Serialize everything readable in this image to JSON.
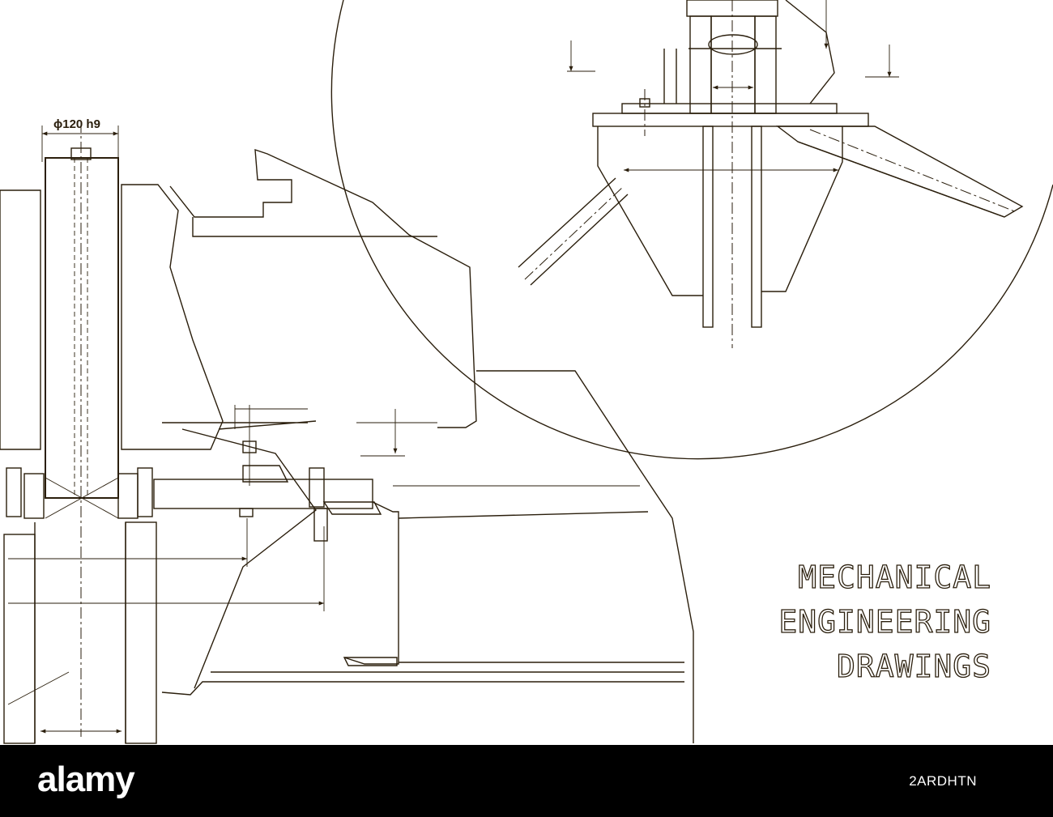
{
  "drawing": {
    "dimension_label": "ϕ120 h9",
    "line_color": "#2a1e0c",
    "background": "#ffffff"
  },
  "headline": {
    "line1": "MECHANICAL",
    "line2": "ENGINEERING",
    "line3": "DRAWINGS"
  },
  "footer": {
    "logo": "alamy",
    "image_id": "2ARDHTN",
    "bar_color": "#000000"
  }
}
